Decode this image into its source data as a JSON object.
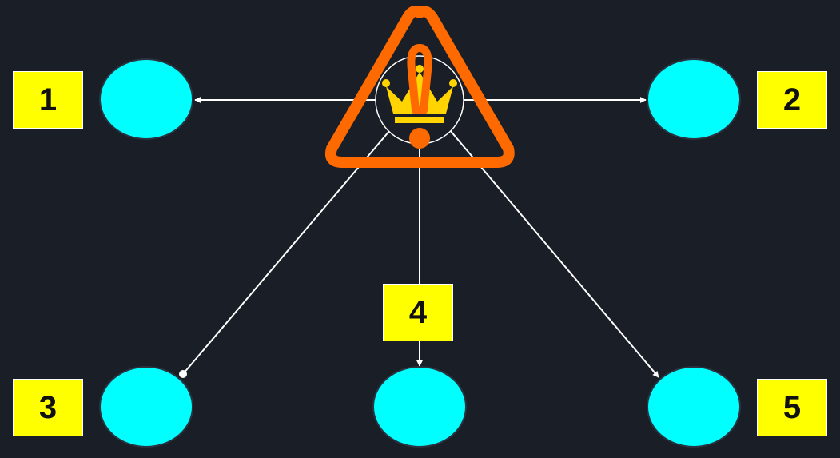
{
  "colors": {
    "background": "#1a1f27",
    "node_fill": "#00ffff",
    "node_stroke": "#2b3340",
    "label_fill": "#ffff00",
    "edge": "#ffffff",
    "hub_fill": "#1a1f27",
    "hub_stroke": "#ffffff",
    "crown": "#ffd400",
    "warning": "#ff6a00"
  },
  "hub": {
    "icons": [
      "crown-icon",
      "warning-icon"
    ]
  },
  "nodes": [
    {
      "id": "n1",
      "label": "1"
    },
    {
      "id": "n2",
      "label": "2"
    },
    {
      "id": "n3",
      "label": "3"
    },
    {
      "id": "n4",
      "label": "4"
    },
    {
      "id": "n5",
      "label": "5"
    }
  ],
  "edges": [
    {
      "from": "hub",
      "to": "n1",
      "end": "arrow"
    },
    {
      "from": "hub",
      "to": "n2",
      "end": "arrow"
    },
    {
      "from": "hub",
      "to": "n3",
      "end": "dot"
    },
    {
      "from": "hub",
      "to": "n4",
      "end": "arrow"
    },
    {
      "from": "hub",
      "to": "n5",
      "end": "arrow"
    }
  ]
}
